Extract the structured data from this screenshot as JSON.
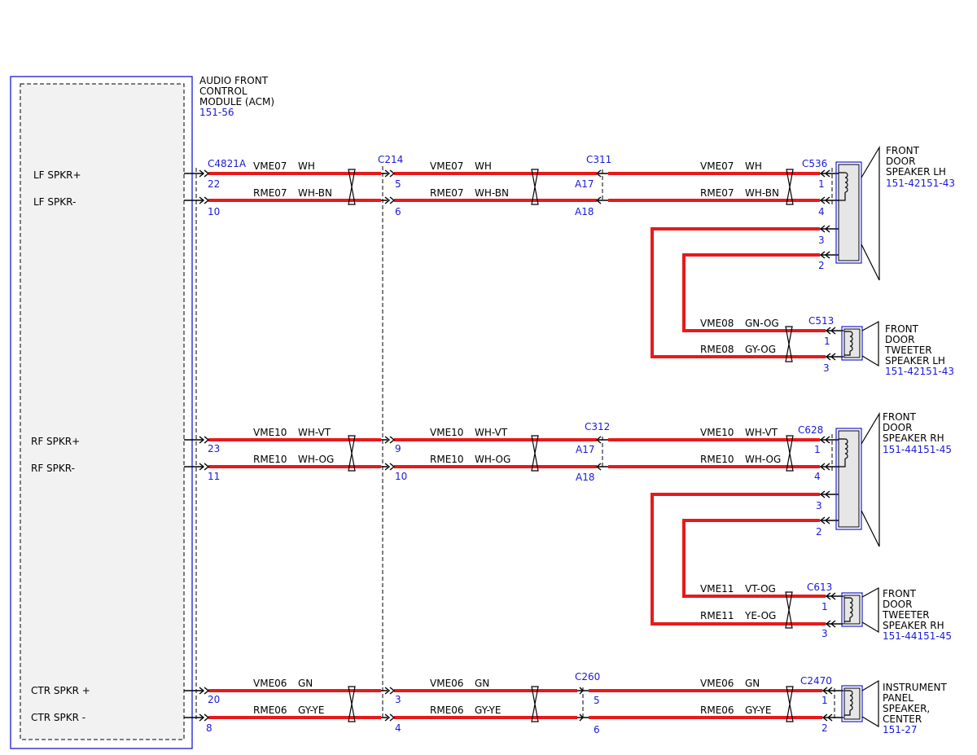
{
  "module": {
    "title_lines": [
      "AUDIO FRONT",
      "CONTROL",
      "MODULE (ACM)"
    ],
    "ref": "151-56",
    "pins": [
      "LF SPKR+",
      "LF SPKR-",
      "RF SPKR+",
      "RF SPKR-",
      "CTR SPKR +",
      "CTR SPKR -"
    ]
  },
  "connectors": {
    "acm": "C4821A",
    "left_inline_top": "C214",
    "mid_inline_lf": "C311",
    "mid_inline_rf": "C312",
    "mid_inline_ctr": "C260",
    "lf_speaker": "C536",
    "lf_tweeter": "C513",
    "rf_speaker": "C628",
    "rf_tweeter": "C613",
    "ctr_speaker": "C2470"
  },
  "components": {
    "lf_speaker": {
      "lines": [
        "FRONT",
        "DOOR",
        "SPEAKER LH"
      ],
      "ref": "151-42151-43"
    },
    "lf_tweeter": {
      "lines": [
        "FRONT",
        "DOOR",
        "TWEETER",
        "SPEAKER LH"
      ],
      "ref": "151-42151-43"
    },
    "rf_speaker": {
      "lines": [
        "FRONT",
        "DOOR",
        "SPEAKER RH"
      ],
      "ref": "151-44151-45"
    },
    "rf_tweeter": {
      "lines": [
        "FRONT",
        "DOOR",
        "TWEETER",
        "SPEAKER RH"
      ],
      "ref": "151-44151-45"
    },
    "ctr_speaker": {
      "lines": [
        "INSTRUMENT",
        "PANEL",
        "SPEAKER,",
        "CENTER"
      ],
      "ref": "151-27"
    }
  },
  "wires": {
    "lf_pos": {
      "circuit": "VME07",
      "color": "WH"
    },
    "lf_neg": {
      "circuit": "RME07",
      "color": "WH-BN"
    },
    "lft_pos": {
      "circuit": "VME08",
      "color": "GN-OG"
    },
    "lft_neg": {
      "circuit": "RME08",
      "color": "GY-OG"
    },
    "rf_pos": {
      "circuit": "VME10",
      "color": "WH-VT"
    },
    "rf_neg": {
      "circuit": "RME10",
      "color": "WH-OG"
    },
    "rft_pos": {
      "circuit": "VME11",
      "color": "VT-OG"
    },
    "rft_neg": {
      "circuit": "RME11",
      "color": "YE-OG"
    },
    "ctr_pos": {
      "circuit": "VME06",
      "color": "GN"
    },
    "ctr_neg": {
      "circuit": "RME06",
      "color": "GY-YE"
    }
  },
  "pin_numbers": {
    "acm": [
      "22",
      "10",
      "23",
      "11",
      "20",
      "8"
    ],
    "c214": [
      "5",
      "6",
      "9",
      "10",
      "3",
      "4"
    ],
    "mid": [
      "A17",
      "A18",
      "A17",
      "A18",
      "5",
      "6"
    ],
    "lf_speaker": [
      "1",
      "4",
      "3",
      "2"
    ],
    "rf_speaker": [
      "1",
      "4",
      "3",
      "2"
    ],
    "lf_tweeter": [
      "1",
      "3"
    ],
    "rf_tweeter": [
      "1",
      "3"
    ],
    "ctr_speaker": [
      "1",
      "2"
    ]
  },
  "colors": {
    "wire": "#e8191b",
    "reference_blue": "#1a1ad6",
    "module_fill": "#f2f2f2"
  }
}
